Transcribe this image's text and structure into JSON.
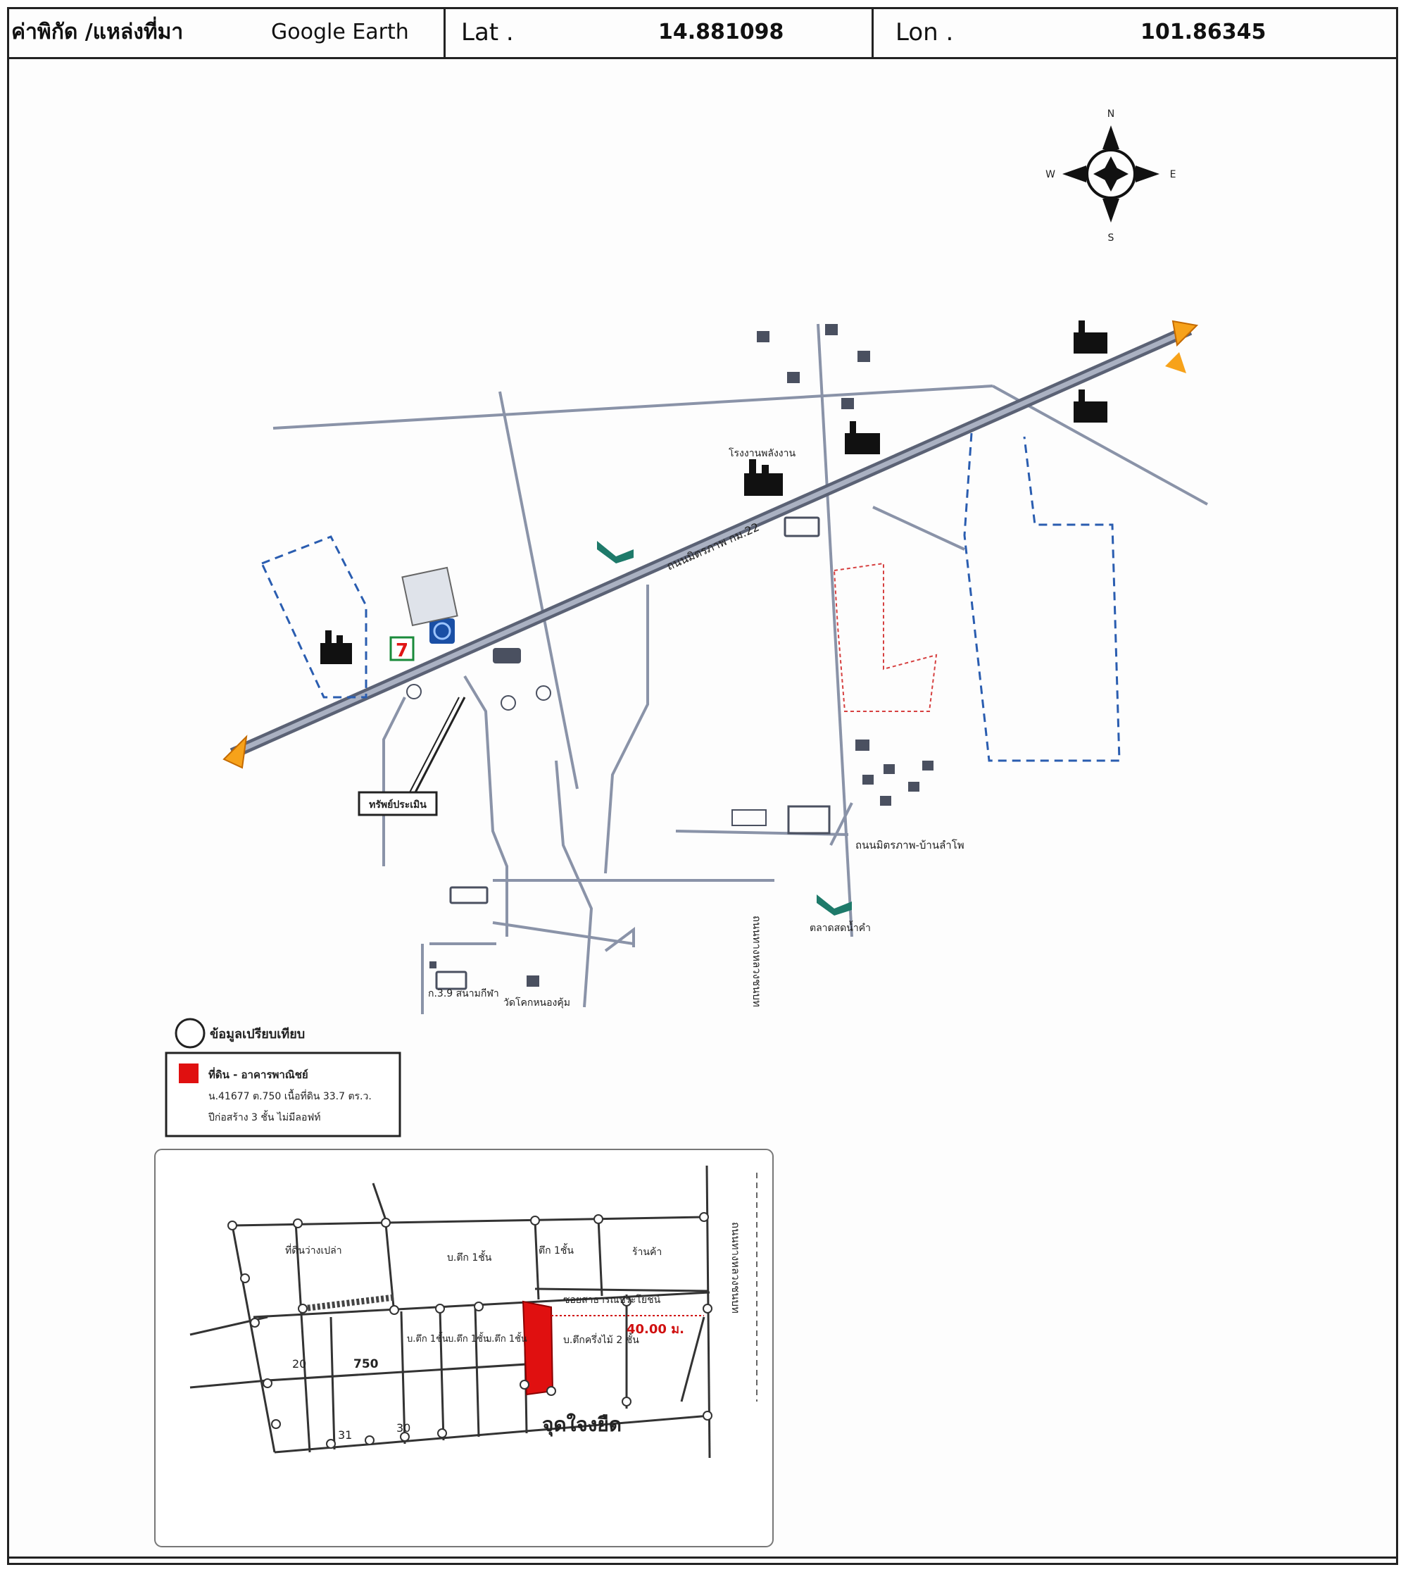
{
  "header": {
    "source_label": "ค่าพิกัด /แหล่งที่มา",
    "source_value": "Google Earth",
    "lat_label": "Lat .",
    "lat_value": "14.881098",
    "lon_label": "Lon .",
    "lon_value": "101.86345"
  },
  "compass": {
    "north": "N",
    "south": "S",
    "east": "E",
    "west": "W"
  },
  "map_labels": {
    "highway_km": "ถนนมิตรภาพ กม.22",
    "subject_tag": "ทรัพย์ประเมิน",
    "seven_eleven": "7",
    "road_chokchai": "ถนนมิตรภาพ-บ้านลำโพ",
    "tollway": "ถนนทางหลวงชนบท",
    "temple_label": "วัดโคกหนองคุ้ม",
    "dedicated_tree": "ก.3.9 สนามกีฬา",
    "factory_a": "โรงงานพลังงาน",
    "market": "ตลาดสดน้ำคำ"
  },
  "legend": {
    "compare_label": "ข้อมูลเปรียบเทียบ",
    "subject_title": "ที่ดิน - อาคารพาณิชย์",
    "subject_line2": "น.41677 ต.750 เนื้อที่ดิน 33.7 ตร.ว.",
    "subject_line3": "ปีก่อสร้าง 3 ชั้น ไม่มีลอฟท์"
  },
  "inset": {
    "road_name": "ถนนทางหลวงชนบท",
    "lane_label": "ซอยสาธารณประโยชน์",
    "distance_label": "40.00 ม.",
    "subject_name": "จุดใจงยืด",
    "lot_20": "20",
    "lot_750": "750",
    "lot_31": "31",
    "lot_30": "30",
    "building_1": "บ.ตึก 1ชั้น",
    "building_2": "ตึก 1ชั้น",
    "building_3": "ร้านค้า",
    "building_4": "บ.ตึกครึ่งไม้ 2 ชั้น",
    "building_5": "บ.ตึก 1ชั้น",
    "building_6": "บ.ตึก 1ชั้น",
    "building_7": "บ.ตึก 1ชั้น",
    "land_label": "ที่ดินว่างเปล่า",
    "colors": {
      "subject": "#e01010",
      "road": "#8a93a8",
      "boundary": "#2a5db0",
      "distance": "#d01010"
    }
  }
}
